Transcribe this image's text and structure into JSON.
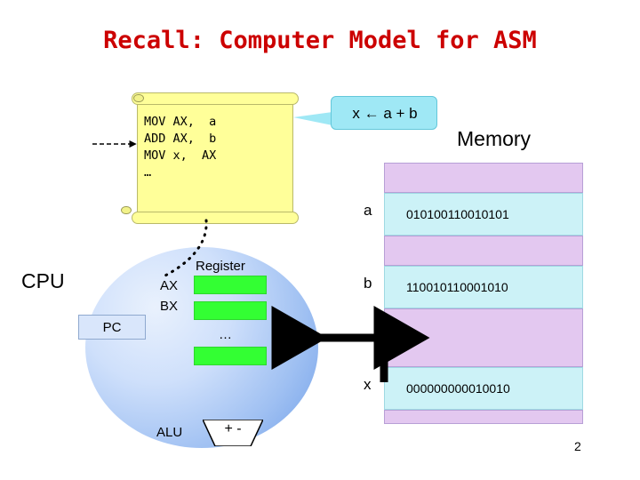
{
  "slide": {
    "title": "Recall: Computer Model for ASM",
    "page_number": "2"
  },
  "code_note": {
    "lines": "MOV AX,  a\nADD AX,  b\nMOV x,  AX\n…"
  },
  "callout": {
    "text": "x ← a + b"
  },
  "memory": {
    "label": "Memory",
    "cells": [
      {
        "value": "",
        "type": "empty"
      },
      {
        "value": "010100110010101",
        "type": "data",
        "row_label": "a"
      },
      {
        "value": "",
        "type": "empty"
      },
      {
        "value": "110010110001010",
        "type": "data",
        "row_label": "b"
      },
      {
        "value": "",
        "type": "empty"
      },
      {
        "value": "000000000010010",
        "type": "data",
        "row_label": "x"
      }
    ]
  },
  "cpu": {
    "label": "CPU",
    "pc_label": "PC",
    "register_label": "Register",
    "register_names": [
      "AX",
      "BX"
    ],
    "register_ellipsis": "…",
    "alu_label": "ALU",
    "alu_ops": "+ -"
  },
  "colors": {
    "title": "#cc0000",
    "note_bg": "#ffff99",
    "callout_bg": "#9fe8f5",
    "memory_empty": "#e3c8f0",
    "memory_data": "#ccf2f7",
    "register": "#33ff33",
    "cpu": "#9fc0f2"
  }
}
